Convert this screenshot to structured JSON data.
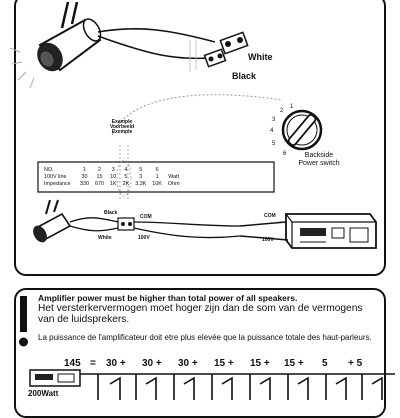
{
  "top": {
    "wire_white": "White",
    "wire_black": "Black",
    "example_label": "Example\nVoorbeeld\nExemple",
    "switch_numbers": [
      "1",
      "2",
      "3",
      "4",
      "5",
      "6"
    ],
    "switch_caption": "Backside\nPower switch",
    "table": {
      "header_label": "NO.",
      "line_label": "100V line",
      "impedance_label": "Impedance",
      "columns": [
        {
          "no": "1",
          "watt": "30",
          "ohm": "330"
        },
        {
          "no": "2",
          "watt": "15",
          "ohm": "670"
        },
        {
          "no": "3",
          "watt": "10",
          "ohm": "1K"
        },
        {
          "no": "4",
          "watt": "5",
          "ohm": "2K"
        },
        {
          "no": "5",
          "watt": "3",
          "ohm": "3.3K"
        },
        {
          "no": "6",
          "watt": "1",
          "ohm": "10K"
        }
      ],
      "watt_unit": "Watt",
      "ohm_unit": "Ohm"
    },
    "wiring_black": "Black",
    "wiring_white": "White",
    "wiring_com": "COM",
    "wiring_100v": "100V",
    "amp_com": "COM",
    "amp_100v": "100V"
  },
  "bottom": {
    "warning_en": "Amplifier power must be higher than total power of all speakers.",
    "warning_nl": "Het versterkervermogen moet hoger zijn dan de som van de vermogens van de luidsprekers.",
    "warning_fr": "La puissance de l'amplificateur doit etre plus elevée que la puissance totale des haut-parleurs.",
    "power_total": "145",
    "power_eq": "=",
    "powers": [
      "30 +",
      "30 +",
      "30 +",
      "15 +",
      "15 +",
      "15 +",
      "5",
      "+ 5"
    ],
    "amp_watt": "200Watt"
  }
}
